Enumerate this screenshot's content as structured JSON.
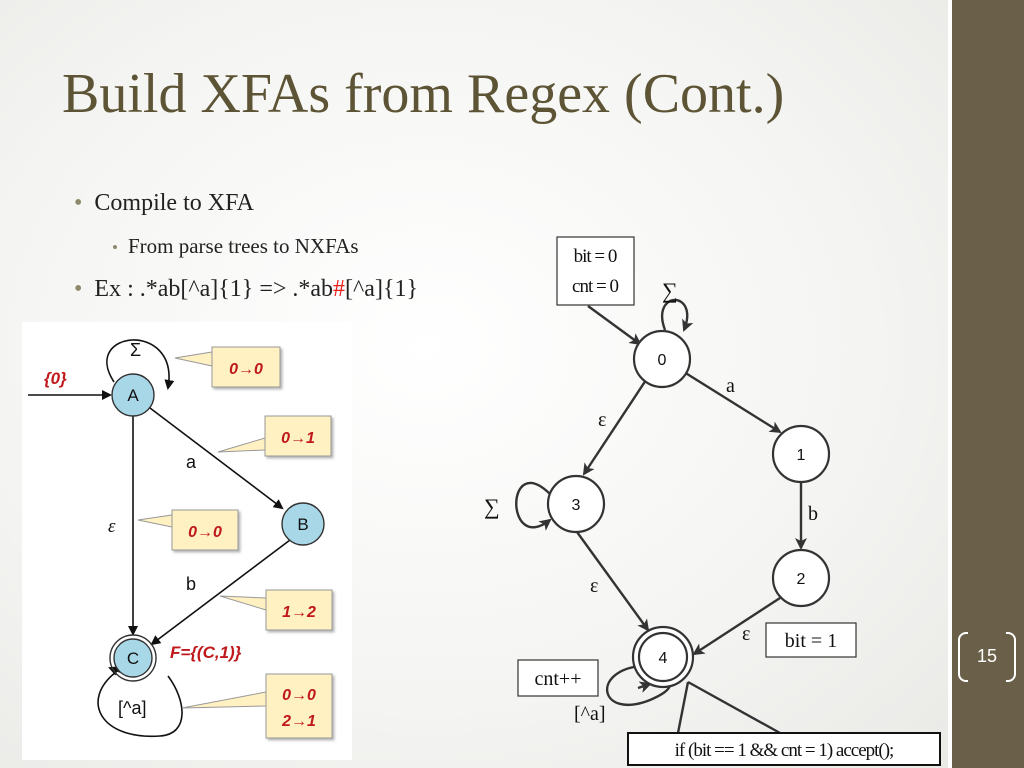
{
  "slide": {
    "title": "Build XFAs from Regex (Cont.)",
    "bullets": {
      "compile": "Compile to XFA",
      "parse_trees": "From parse trees to NXFAs",
      "example_prefix": "Ex : .*ab[^a]{1} => .*ab",
      "example_hash": "#",
      "example_suffix": "[^a]{1}"
    },
    "page_number": "15"
  },
  "left_diagram": {
    "states": {
      "A": "A",
      "B": "B",
      "C": "C"
    },
    "start_label": "{0}",
    "final_label": "F={(C,1)}",
    "edge_labels": {
      "sigma": "Σ",
      "a": "a",
      "epsilon": "ε",
      "b": "b",
      "not_a": "[^a]"
    },
    "callouts": {
      "sigma": "0→0",
      "a": "0→1",
      "epsilon": "0→0",
      "b": "1→2",
      "not_a_1": "0→0",
      "not_a_2": "2→1"
    }
  },
  "right_diagram": {
    "states": {
      "s0": "0",
      "s1": "1",
      "s2": "2",
      "s3": "3",
      "s4": "4"
    },
    "init_box": {
      "line1": "bit = 0",
      "line2": "cnt = 0"
    },
    "edge_labels": {
      "sigma0": "∑",
      "a": "a",
      "eps03": "ε",
      "b": "b",
      "sigma3": "∑",
      "eps34": "ε",
      "eps24": "ε",
      "not_a": "[^a]"
    },
    "action_boxes": {
      "bit_set": "bit = 1",
      "cnt_inc": "cnt++",
      "accept": "if (bit == 1 && cnt = 1) accept();"
    }
  },
  "colors": {
    "title": "#5d5435",
    "sidebar": "#6a5f48",
    "state_fill": "#a8d8e8",
    "callout_fill": "#fff1c2",
    "callout_text": "#c0191b",
    "hash": "#e8201c"
  }
}
